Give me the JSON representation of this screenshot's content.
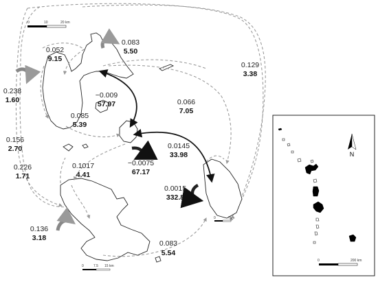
{
  "flows": [
    {
      "id": "guadeloupe-west-self",
      "rate": "0.052",
      "value": "9.15"
    },
    {
      "id": "guadeloupe-east-self",
      "rate": "0.083",
      "value": "5.50"
    },
    {
      "id": "outer-loop",
      "rate": "0.129",
      "value": "3.38"
    },
    {
      "id": "left-loop-self",
      "rate": "0.238",
      "value": "1.60"
    },
    {
      "id": "guadeloupe-to-dominica",
      "rate": "−0.009",
      "value": "57.97"
    },
    {
      "id": "guadeloupe-to-barbados",
      "rate": "0.066",
      "value": "7.05"
    },
    {
      "id": "dominica-to-guadeloupe",
      "rate": "0.085",
      "value": "5.39"
    },
    {
      "id": "left-western",
      "rate": "0.156",
      "value": "2.70"
    },
    {
      "id": "dominica-to-barbados",
      "rate": "0.0145",
      "value": "33.98"
    },
    {
      "id": "dominica-self",
      "rate": "−0.0075",
      "value": "67.17"
    },
    {
      "id": "far-left",
      "rate": "0.226",
      "value": "1.71"
    },
    {
      "id": "martinique-to-dominica",
      "rate": "0.1017",
      "value": "4.41"
    },
    {
      "id": "barbados-self",
      "rate": "0.0015",
      "value": "332.8"
    },
    {
      "id": "martinique-self",
      "rate": "0.136",
      "value": "3.18"
    },
    {
      "id": "martinique-to-barbados",
      "rate": "0.083",
      "value": "5.54"
    }
  ],
  "scales": {
    "top": {
      "zero": "0",
      "mid": "10",
      "end": "20 km"
    },
    "martinique": {
      "zero": "0",
      "mid": "7.5",
      "end": "15 km"
    },
    "barbados": {
      "zero": "0",
      "end": "7km"
    },
    "inset": {
      "zero": "0",
      "end": "200 km"
    }
  },
  "north_label": "N"
}
